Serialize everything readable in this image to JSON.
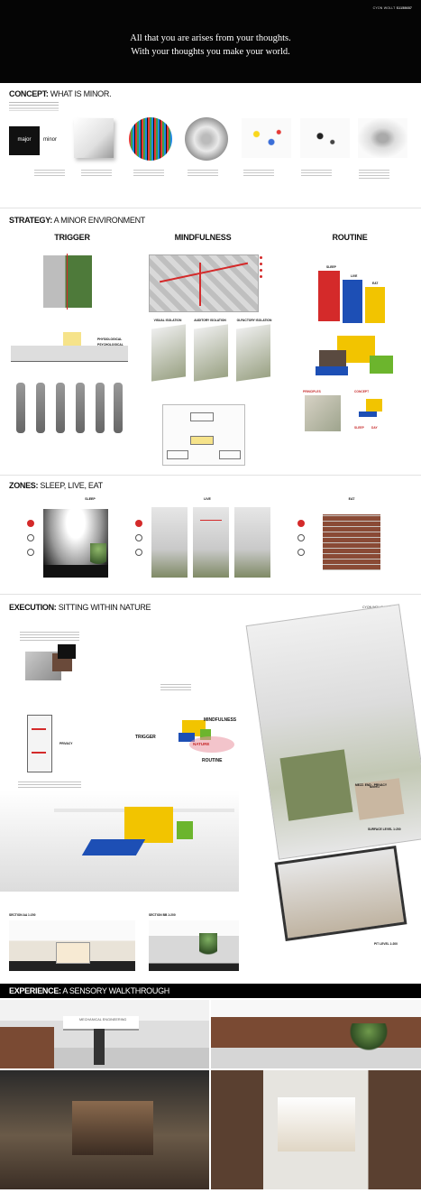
{
  "header": {
    "credit_name": "CYON WOLLT",
    "credit_id": "S1158687",
    "quote_line1": "All that you are arises from your thoughts.",
    "quote_line2": "With your thoughts you make your world."
  },
  "concept": {
    "title_bold": "CONCEPT:",
    "title_light": " WHAT IS MINOR.",
    "word_major": "major",
    "word_minor": "minor"
  },
  "strategy": {
    "title_bold": "STRATEGY:",
    "title_light": " A MINOR ENVIRONMENT",
    "col_trigger": "TRIGGER",
    "col_mindfulness": "MINDFULNESS",
    "col_routine": "ROUTINE",
    "label_physiological": "PHYSIOLOGICAL",
    "label_psychological": "PSYCHOLOGICAL",
    "label_visual": "VISUAL ISOLATION",
    "label_auditory": "AUDITORY ISOLATION",
    "label_olfactory": "OLFACTORY ISOLATION",
    "label_sleep": "SLEEP",
    "label_live": "LIVE",
    "label_eat": "EAT",
    "label_principles": "PRINCIPLES",
    "label_concept": "CONCEPT",
    "label_sleep_upper": "SLEEP",
    "label_day": "DAY"
  },
  "zones": {
    "title_bold": "ZONES:",
    "title_light": " SLEEP, LIVE, EAT",
    "col_sleep": "SLEEP",
    "col_live": "LIVE",
    "col_eat": "EAT"
  },
  "execution": {
    "title_bold": "EXECUTION:",
    "title_light": " SITTING WITHIN NATURE",
    "credit_name": "CYON WOLLT",
    "credit_id": "S1158687",
    "label_mindfulness": "MINDFULNESS",
    "label_trigger": "TRIGGER",
    "label_nature": "NATURE",
    "label_routine": "ROUTINE",
    "label_privacy": "PRIVACY",
    "label_mezz": "MEZZ. END - PRIVACY",
    "label_surface": "SURFACE LEVEL 1:200",
    "label_pit": "PIT LEVEL 1:200",
    "label_section_aa": "SECTION AA 1:200",
    "label_section_bb": "SECTION BB 1:200",
    "label_north": "NORTH"
  },
  "experience": {
    "title_bold": "EXPERIENCE:",
    "title_light": " A SENSORY WALKTHROUGH",
    "sign_text": "MECHANICAL ENGINEERING"
  },
  "colors": {
    "yellow": "#f2c400",
    "blue": "#1d4fb5",
    "red": "#d42a2a",
    "green": "#6cb52d"
  }
}
